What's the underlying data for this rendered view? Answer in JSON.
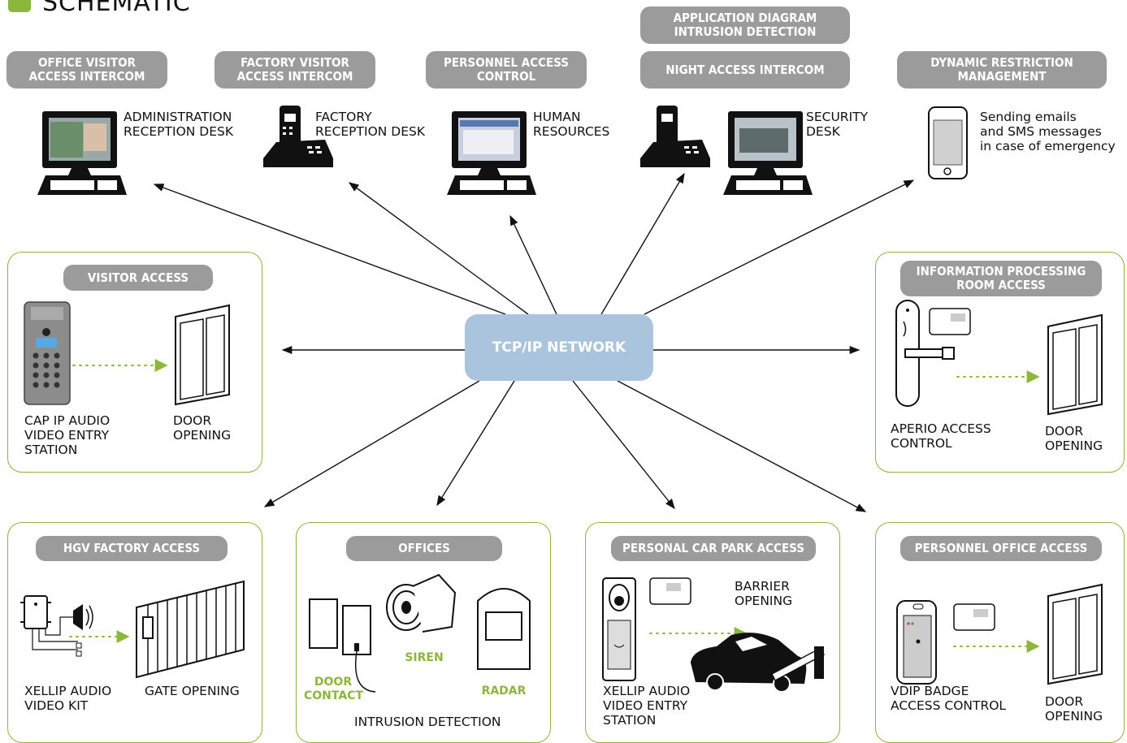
{
  "title": "SCHEMATIC",
  "network": "TCP/IP NETWORK",
  "top_headers": {
    "office_visitor": "OFFICE VISITOR\nACCESS INTERCOM",
    "factory_visitor": "FACTORY VISITOR\nACCESS INTERCOM",
    "personnel_access": "PERSONNEL ACCESS\nCONTROL",
    "application_diagram": "APPLICATION DIAGRAM\nINTRUSION DETECTION",
    "night_access": "NIGHT ACCESS INTERCOM",
    "dynamic_restriction": "DYNAMIC RESTRICTION\nMANAGEMENT"
  },
  "top_labels": {
    "admin": "ADMINISTRATION\nRECEPTION DESK",
    "factory": "FACTORY\nRECEPTION DESK",
    "hr": "HUMAN\nRESOURCES",
    "security": "SECURITY\nDESK",
    "sms": "Sending emails\nand SMS messages\nin case of emergency"
  },
  "visitor_access": {
    "header": "VISITOR ACCESS",
    "device": "CAP IP AUDIO\nVIDEO ENTRY\nSTATION",
    "door": "DOOR\nOPENING"
  },
  "info_room": {
    "header": "INFORMATION PROCESSING\nROOM ACCESS",
    "device": "APERIO ACCESS\nCONTROL",
    "door": "DOOR\nOPENING"
  },
  "hgv": {
    "header": "HGV FACTORY ACCESS",
    "device": "XELLIP AUDIO\nVIDEO KIT",
    "gate": "GATE OPENING"
  },
  "offices": {
    "header": "OFFICES",
    "door_contact": "DOOR\nCONTACT",
    "siren": "SIREN",
    "radar": "RADAR",
    "footer": "INTRUSION DETECTION"
  },
  "car_park": {
    "header": "PERSONAL CAR PARK ACCESS",
    "barrier": "BARRIER\nOPENING",
    "device": "XELLIP AUDIO\nVIDEO ENTRY\nSTATION"
  },
  "personnel_office": {
    "header": "PERSONNEL OFFICE ACCESS",
    "device": "VDIP BADGE\nACCESS CONTROL",
    "door": "DOOR\nOPENING"
  },
  "colors": {
    "accent_green": "#8db63c",
    "pill_grey": "#9b9b9b",
    "network_blue": "#a9c4dc"
  }
}
